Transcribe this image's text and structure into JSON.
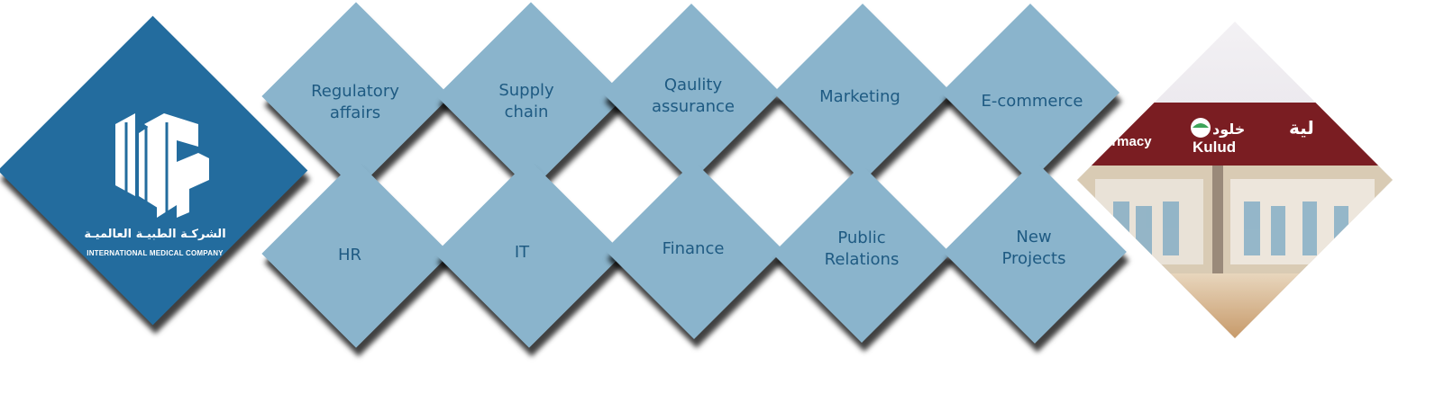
{
  "logo": {
    "arabic_name": "الشركـة الطبيـة العالميـة",
    "english_name": "INTERNATIONAL MEDICAL COMPANY",
    "brand_color": "#236c9e"
  },
  "departments": {
    "top": [
      {
        "label": "Regulatory\naffairs"
      },
      {
        "label": "Supply\nchain"
      },
      {
        "label": "Qaulity\nassurance"
      },
      {
        "label": "Marketing"
      },
      {
        "label": "E-commerce"
      }
    ],
    "bottom": [
      {
        "label": "HR"
      },
      {
        "label": "IT"
      },
      {
        "label": "Finance"
      },
      {
        "label": "Public\nRelations"
      },
      {
        "label": "New\nProjects"
      }
    ],
    "tile_color": "#8ab4cc",
    "text_color": "#1e5a82"
  },
  "store_photo": {
    "sign_left": "armacy",
    "sign_arabic": "خلود",
    "sign_brand": "Kulud",
    "sign_right_arabic": "لية"
  }
}
